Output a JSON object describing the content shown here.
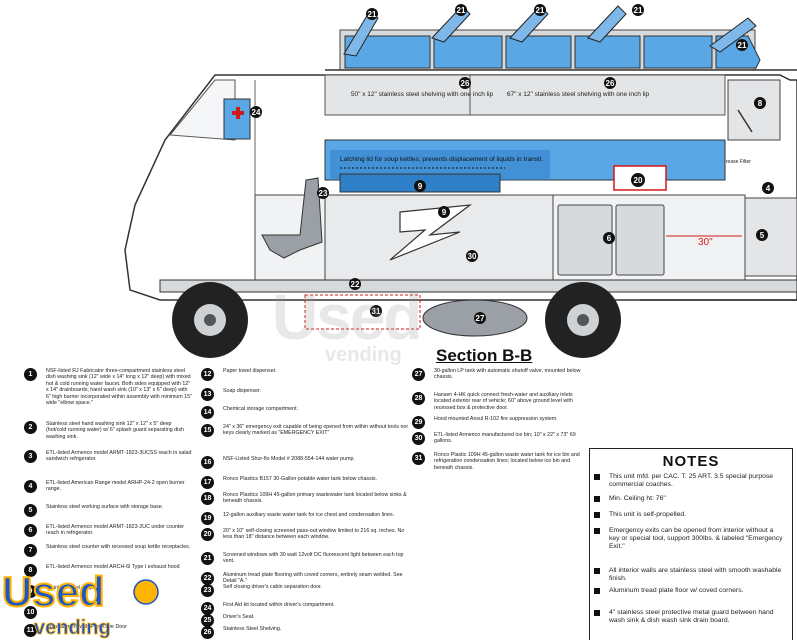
{
  "section_title": "Section B-B",
  "shelf_labels": [
    "50\" x 12\" stainless steel shelving with one inch lip",
    "67\" x 12\" stainless steel shelving with one inch lip"
  ],
  "latch_label": "Latching lid for soup kettles; prevents displacement of liquids in transit.",
  "grease_label": "Grease Filter",
  "dimension_label": "30\"",
  "callouts": {
    "c4": "4",
    "c5": "5",
    "c6": "6",
    "c8": "8",
    "c9a": "9",
    "c9b": "9",
    "c20": "20",
    "c21": "21",
    "c22": "22",
    "c23": "23",
    "c24": "24",
    "c26": "26",
    "c27": "27",
    "c30": "30",
    "c31": "31"
  },
  "legend": [
    {
      "num": "1",
      "text": "NSF-listed RJ Fabricator three-compartment stainless steel dish washing sink (12\" wide x 14\" long x 12\" deep) with mixed hot & cold running water faucet. Both sides equipped with 12\" x 14\" drainboards; hand wash sink (10\" x 13\" x 6\" deep) with 6\" high barrier incorporated within assembly with minimum 15\" wide \"elbow space.\""
    },
    {
      "num": "2",
      "text": "Stainless steel hand washing sink 12\" x 12\" x 5\" deep (hot/cold running water) w/ 6\" splash guard separating dish washing sink."
    },
    {
      "num": "3",
      "text": "ETL-listed Armenco model ARMT-1823-3UCSS reach in salad sandwich refrigerator."
    },
    {
      "num": "4",
      "text": "ETL-listed American Range model ARHP-24-2 open burner range."
    },
    {
      "num": "5",
      "text": "Stainless steel working surface with storage base."
    },
    {
      "num": "6",
      "text": "ETL-listed Armenco model ARMT-1823-2UC under counter reach in refrigerator."
    },
    {
      "num": "7",
      "text": "Stainless steel counter with recessed soup kettle receptacles."
    },
    {
      "num": "8",
      "text": "ETL-listed Armenco model ARCH-6I Type I exhaust hood"
    },
    {
      "num": "9",
      "text": "Stainless steel soup"
    },
    {
      "num": "10",
      "text": ""
    },
    {
      "num": "11",
      "text": "Compartment with Protective Door"
    },
    {
      "num": "12",
      "text": "Paper towel dispenser."
    },
    {
      "num": "13",
      "text": "Soap dispenser."
    },
    {
      "num": "14",
      "text": "Chemical storage compartment."
    },
    {
      "num": "15",
      "text": "24\" x 36\" emergency exit capable of being opened from within without tools nor keys clearly marked as \"EMERGENCY EXIT\""
    },
    {
      "num": "16",
      "text": "NSF-Listed Shur-flo Model # 2088-554-144 water pump."
    },
    {
      "num": "17",
      "text": "Ronco Plastics B157 30-Gallon potable water tank below chassis."
    },
    {
      "num": "18",
      "text": "Ronco Plastics 109H 45-gallon primary wastewater tank located below sinks & beneath chassis."
    },
    {
      "num": "19",
      "text": "12-gallon auxiliary waste water tank for ice chest and condensation lines."
    },
    {
      "num": "20",
      "text": "20\" x 10\" self-closing screened pass-out window limited to 216 sq. inches. No less than 18\" distance between each window."
    },
    {
      "num": "21",
      "text": "Screened windows with 30 watt 12volt DC fluorescent light between each top vent."
    },
    {
      "num": "22",
      "text": "Aluminum tread plate flooring with coved corners, entirely seam welded. See Detail \"A.\""
    },
    {
      "num": "23",
      "text": "Self closing driver's cabin separation door."
    },
    {
      "num": "24",
      "text": "First Aid kit located within driver's compartment."
    },
    {
      "num": "25",
      "text": "Driver's Seat."
    },
    {
      "num": "26",
      "text": "Stainless Steel Shelving."
    },
    {
      "num": "27",
      "text": "30-gallon LP tank with automatic shutoff valve, mounted below chassis."
    },
    {
      "num": "28",
      "text": "Hansen 4-HK quick connect fresh-water and auxiliary inlets located exterior rear of vehicle; 60\" above ground level with recessed box & protective door."
    },
    {
      "num": "29",
      "text": "Hood mounted Ansul R-102 fire suppression system."
    },
    {
      "num": "30",
      "text": "ETL-listed Armenco manufactured ice bin; 10\" x 22\" x 73\" 69 gallons."
    },
    {
      "num": "31",
      "text": "Ronco Plastic 109H 45-gallon waste water tank for ice bin and refrigeration condensation lines; located below ice bin and beneath chassis."
    }
  ],
  "notes": {
    "title": "NOTES",
    "items": [
      "This unit mfd. per CAC. T. 25 ART. 3.5 special purpose commercial coaches.",
      "Min. Ceiling ht: 76\"",
      "This unit is self-propelled.",
      "Emergency exits can be opened from interior without a key or special tool, support 300lbs. & labeled \"Emergency Exit.\"",
      "All interior walls are stainless steel with smooth washable finish.",
      "Aluminum tread plate floor w/ coved corners.",
      "4\" stainless steel protective metal guard between hand wash sink & dish wash sink drain board."
    ]
  },
  "watermark": {
    "brand_top": "Used",
    "brand_bottom": "vending"
  },
  "colors": {
    "window": "#5aa7e6",
    "window_dark": "#2f7fc9",
    "panel": "#e3e5e7",
    "steel": "#c7cbcf",
    "red": "#d11a1a",
    "accent": "#ffb400"
  }
}
